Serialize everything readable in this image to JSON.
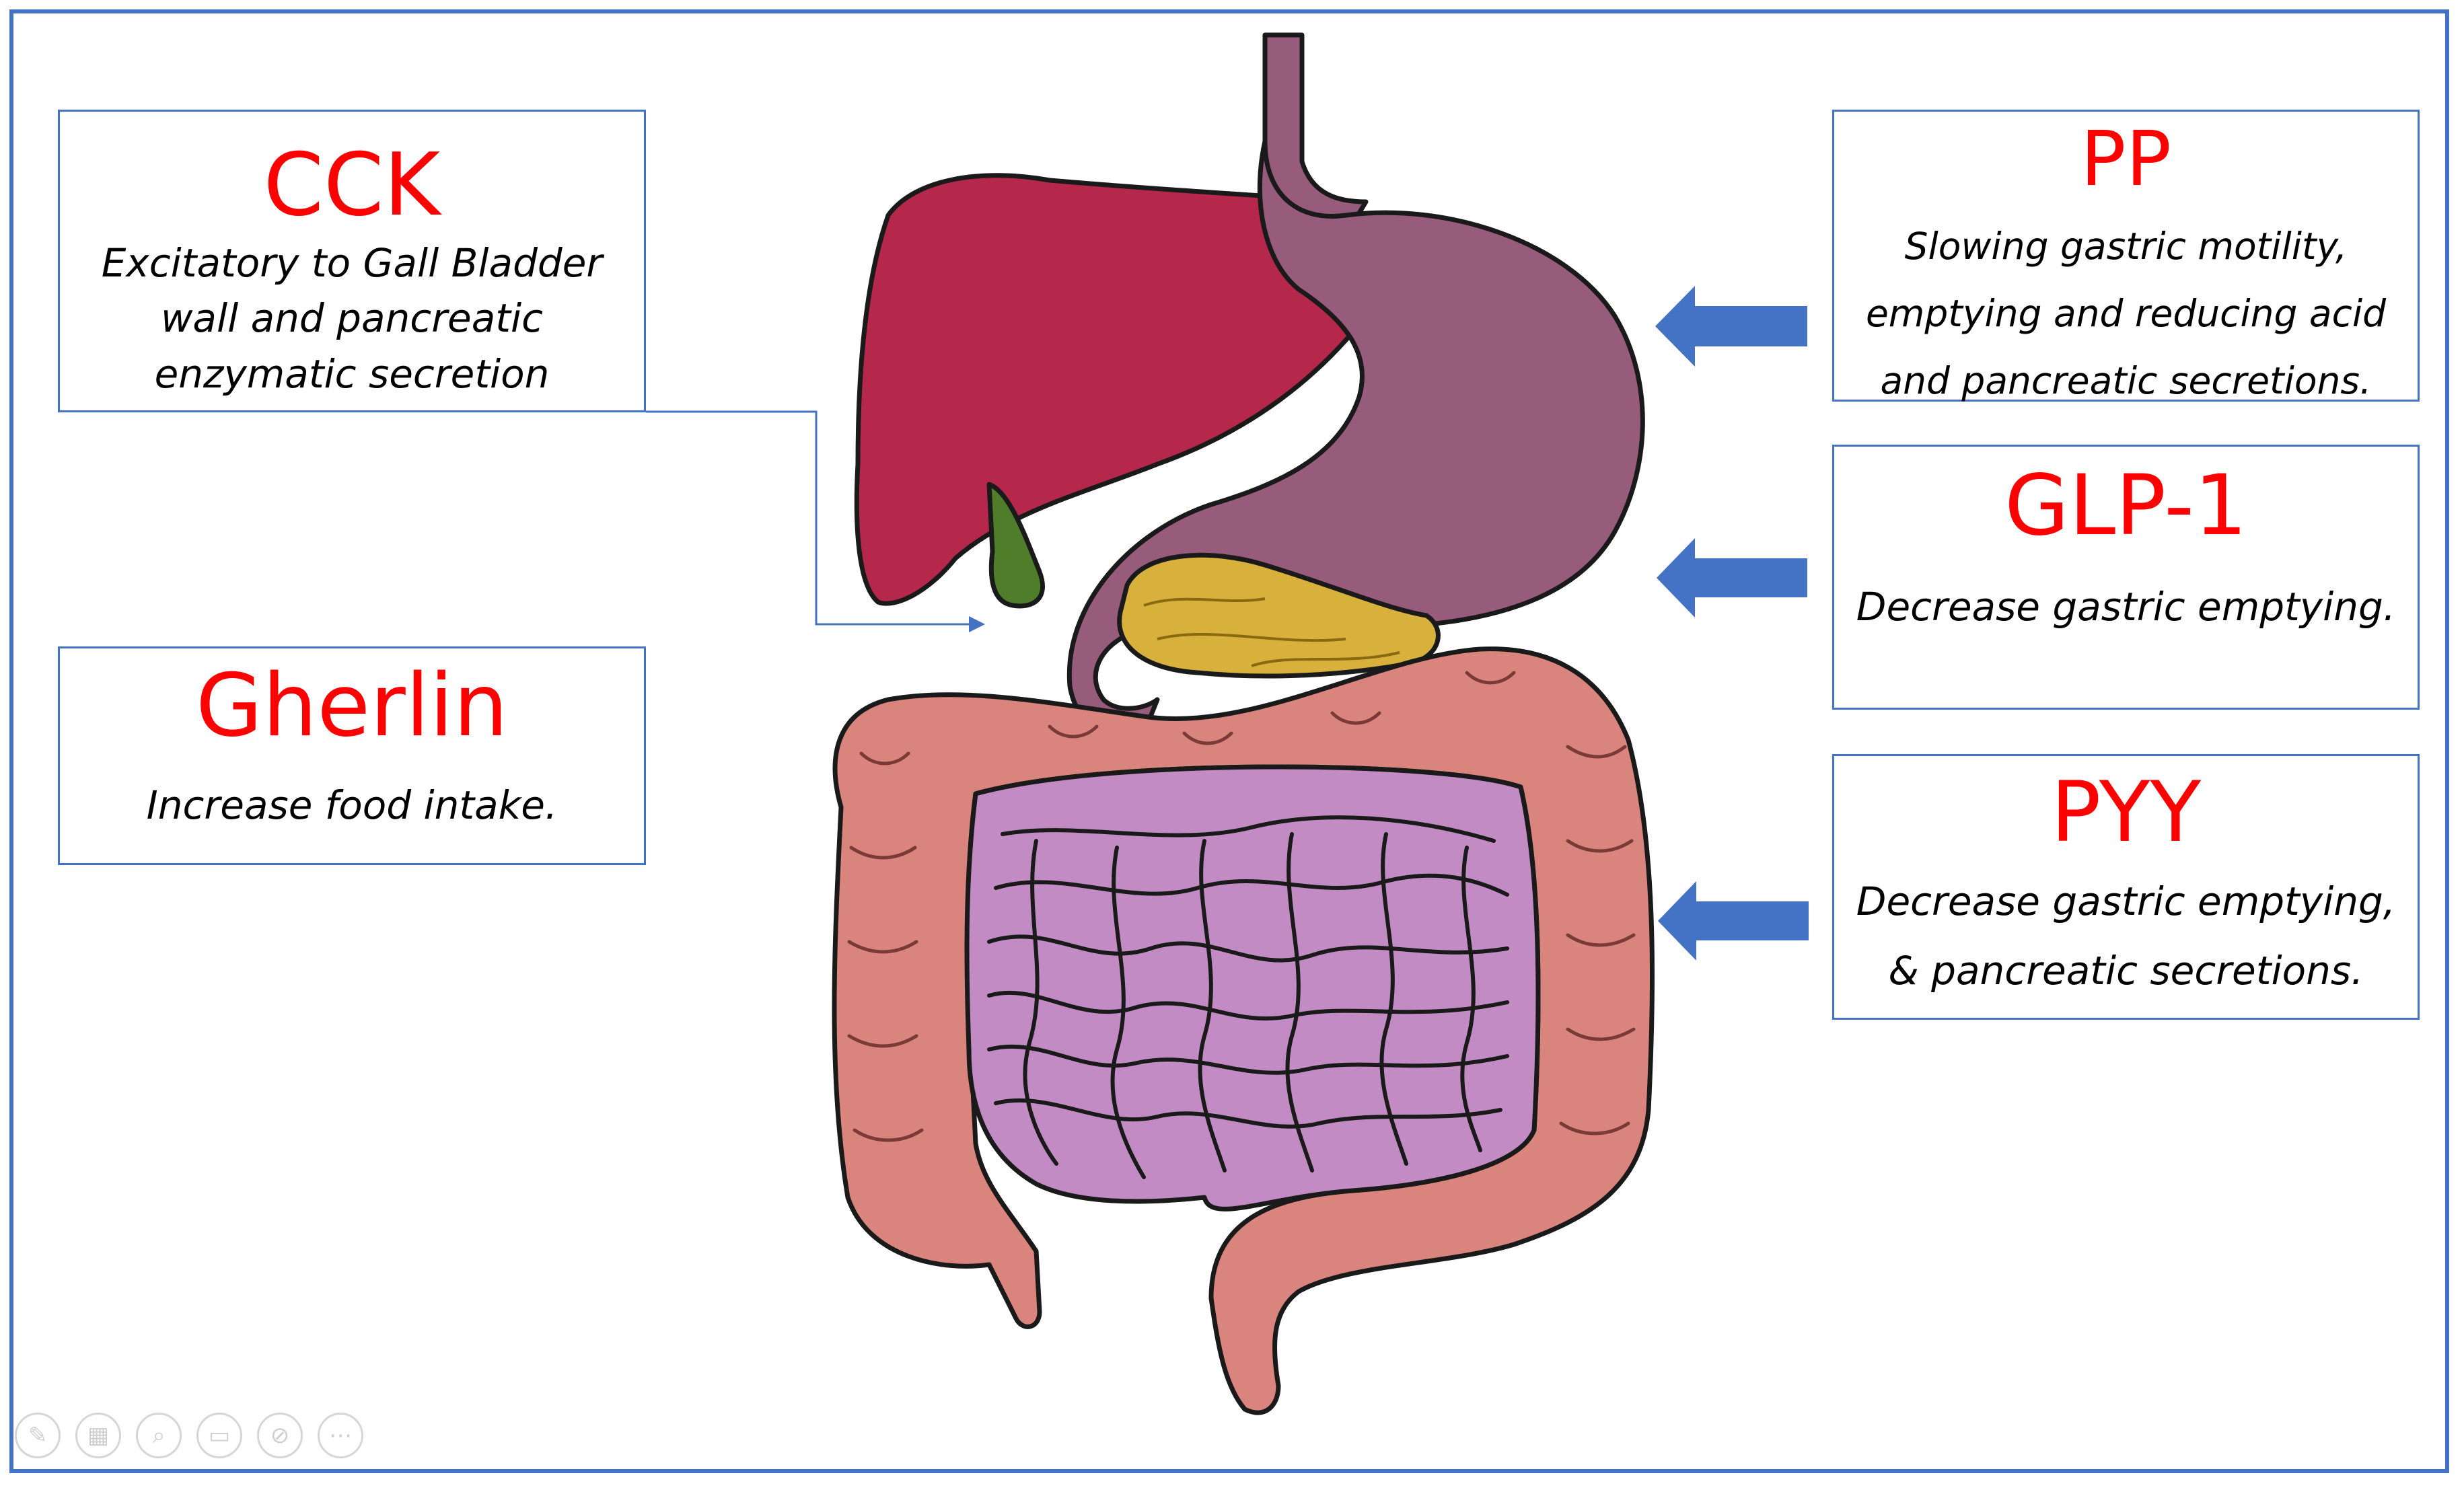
{
  "boxes": {
    "cck": {
      "title": "CCK",
      "lines": [
        "Excitatory to Gall Bladder",
        "wall and pancreatic",
        "enzymatic secretion"
      ]
    },
    "gherlin": {
      "title": "Gherlin",
      "lines": [
        "Increase food intake."
      ]
    },
    "pp": {
      "title": "PP",
      "lines": [
        "Slowing gastric motility,",
        "emptying and reducing acid",
        "and pancreatic secretions."
      ]
    },
    "glp1": {
      "title": "GLP-1",
      "lines": [
        "Decrease gastric emptying."
      ]
    },
    "pyy": {
      "title": "PYY",
      "lines": [
        "Decrease gastric emptying,",
        "& pancreatic secretions."
      ]
    }
  },
  "colors": {
    "frame": "#4472c4",
    "title": "#ff0000",
    "arrow": "#4472c4",
    "liver": "#b5284b",
    "stomach": "#975c7b",
    "gallbladder": "#4f7d2a",
    "pancreas": "#d8b03c",
    "large_intestine": "#d9847d",
    "small_intestine": "#c38bc4"
  },
  "toolbar": {
    "icons": [
      "pen-icon",
      "slides-icon",
      "zoom-icon",
      "subtitles-icon",
      "camera-off-icon",
      "more-options-icon"
    ]
  }
}
